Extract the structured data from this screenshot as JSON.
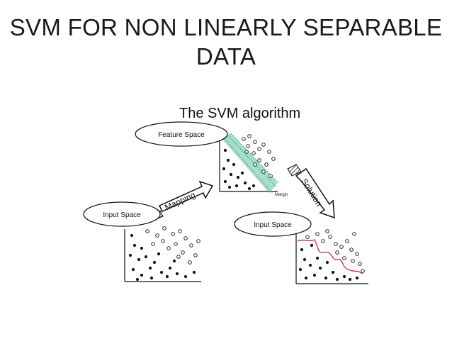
{
  "slide": {
    "title_line1": "SVM FOR NON LINEARLY SEPARABLE",
    "title_line2": "DATA"
  },
  "figure": {
    "heading": "The SVM algorithm",
    "labels": {
      "feature_space": "Feature Space",
      "input_space_left": "Input Space",
      "input_space_right": "Input Space",
      "mapping": "Mapping",
      "solution": "Solution",
      "margin": "Margin"
    },
    "colors": {
      "ink": "#111111",
      "margin_band": "#5cc3a6",
      "boundary": "#d2263a"
    }
  }
}
